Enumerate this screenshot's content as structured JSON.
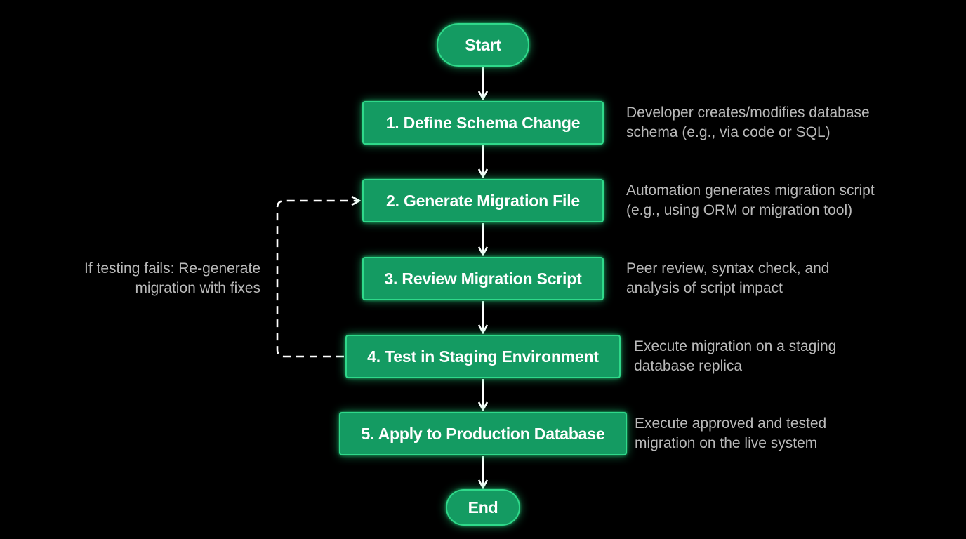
{
  "nodes": {
    "start": "Start",
    "step1": "1. Define Schema Change",
    "step2": "2. Generate Migration File",
    "step3": "3. Review Migration Script",
    "step4": "4. Test in Staging Environment",
    "step5": "5. Apply to Production Database",
    "end": "End"
  },
  "descriptions": {
    "step1": [
      "Developer creates/modifies database",
      "schema (e.g., via code or SQL)"
    ],
    "step2": [
      "Automation generates migration script",
      "(e.g., using ORM or migration tool)"
    ],
    "step3": [
      "Peer review, syntax check, and",
      "analysis of script impact"
    ],
    "step4": [
      "Execute migration on a staging",
      "database replica"
    ],
    "step5": [
      "Execute approved and tested",
      "migration on the live system"
    ]
  },
  "loop": {
    "label": [
      "If testing fails: Re-generate",
      "migration with fixes"
    ]
  },
  "colors": {
    "node_fill": "#149b62",
    "node_border": "#2fd98a",
    "node_text": "#ffffff",
    "description_text": "#b9b9b9",
    "connector": "#ffffff",
    "background": "#000000"
  }
}
